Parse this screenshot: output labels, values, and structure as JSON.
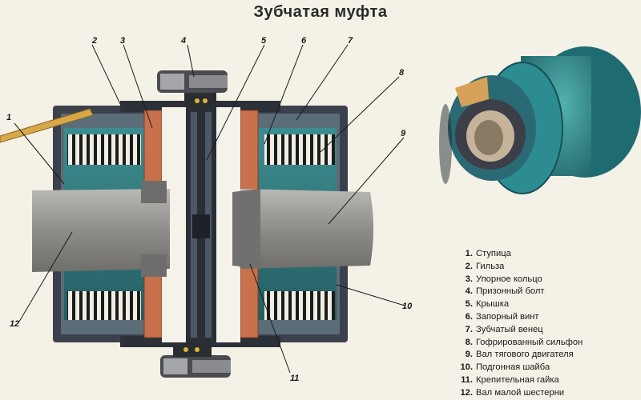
{
  "title": "Зубчатая муфта",
  "callouts": [
    "1",
    "2",
    "3",
    "4",
    "5",
    "6",
    "7",
    "8",
    "9",
    "10",
    "11",
    "12"
  ],
  "legend": [
    {
      "num": "1.",
      "text": "Ступица"
    },
    {
      "num": "2.",
      "text": "Гильза"
    },
    {
      "num": "3.",
      "text": "Упорное кольцо"
    },
    {
      "num": "4.",
      "text": "Призонный болт"
    },
    {
      "num": "5.",
      "text": "Крышка"
    },
    {
      "num": "6.",
      "text": "Запорный винт"
    },
    {
      "num": "7.",
      "text": "Зубчатый венец"
    },
    {
      "num": "8.",
      "text": "Гофрированный сильфон"
    },
    {
      "num": "9.",
      "text": "Вал тягового двигателя"
    },
    {
      "num": "10.",
      "text": "Подгонная шайба"
    },
    {
      "num": "11.",
      "text": "Крепительная гайка"
    },
    {
      "num": "12.",
      "text": "Вал малой шестерни"
    }
  ],
  "colors": {
    "background": "#f4f1e6",
    "housing": "#3a3f4a",
    "hub": "#2f7f84",
    "ring": "#c9714d",
    "shaft": "#9a9a96",
    "bellows": "#1e1e1e"
  }
}
